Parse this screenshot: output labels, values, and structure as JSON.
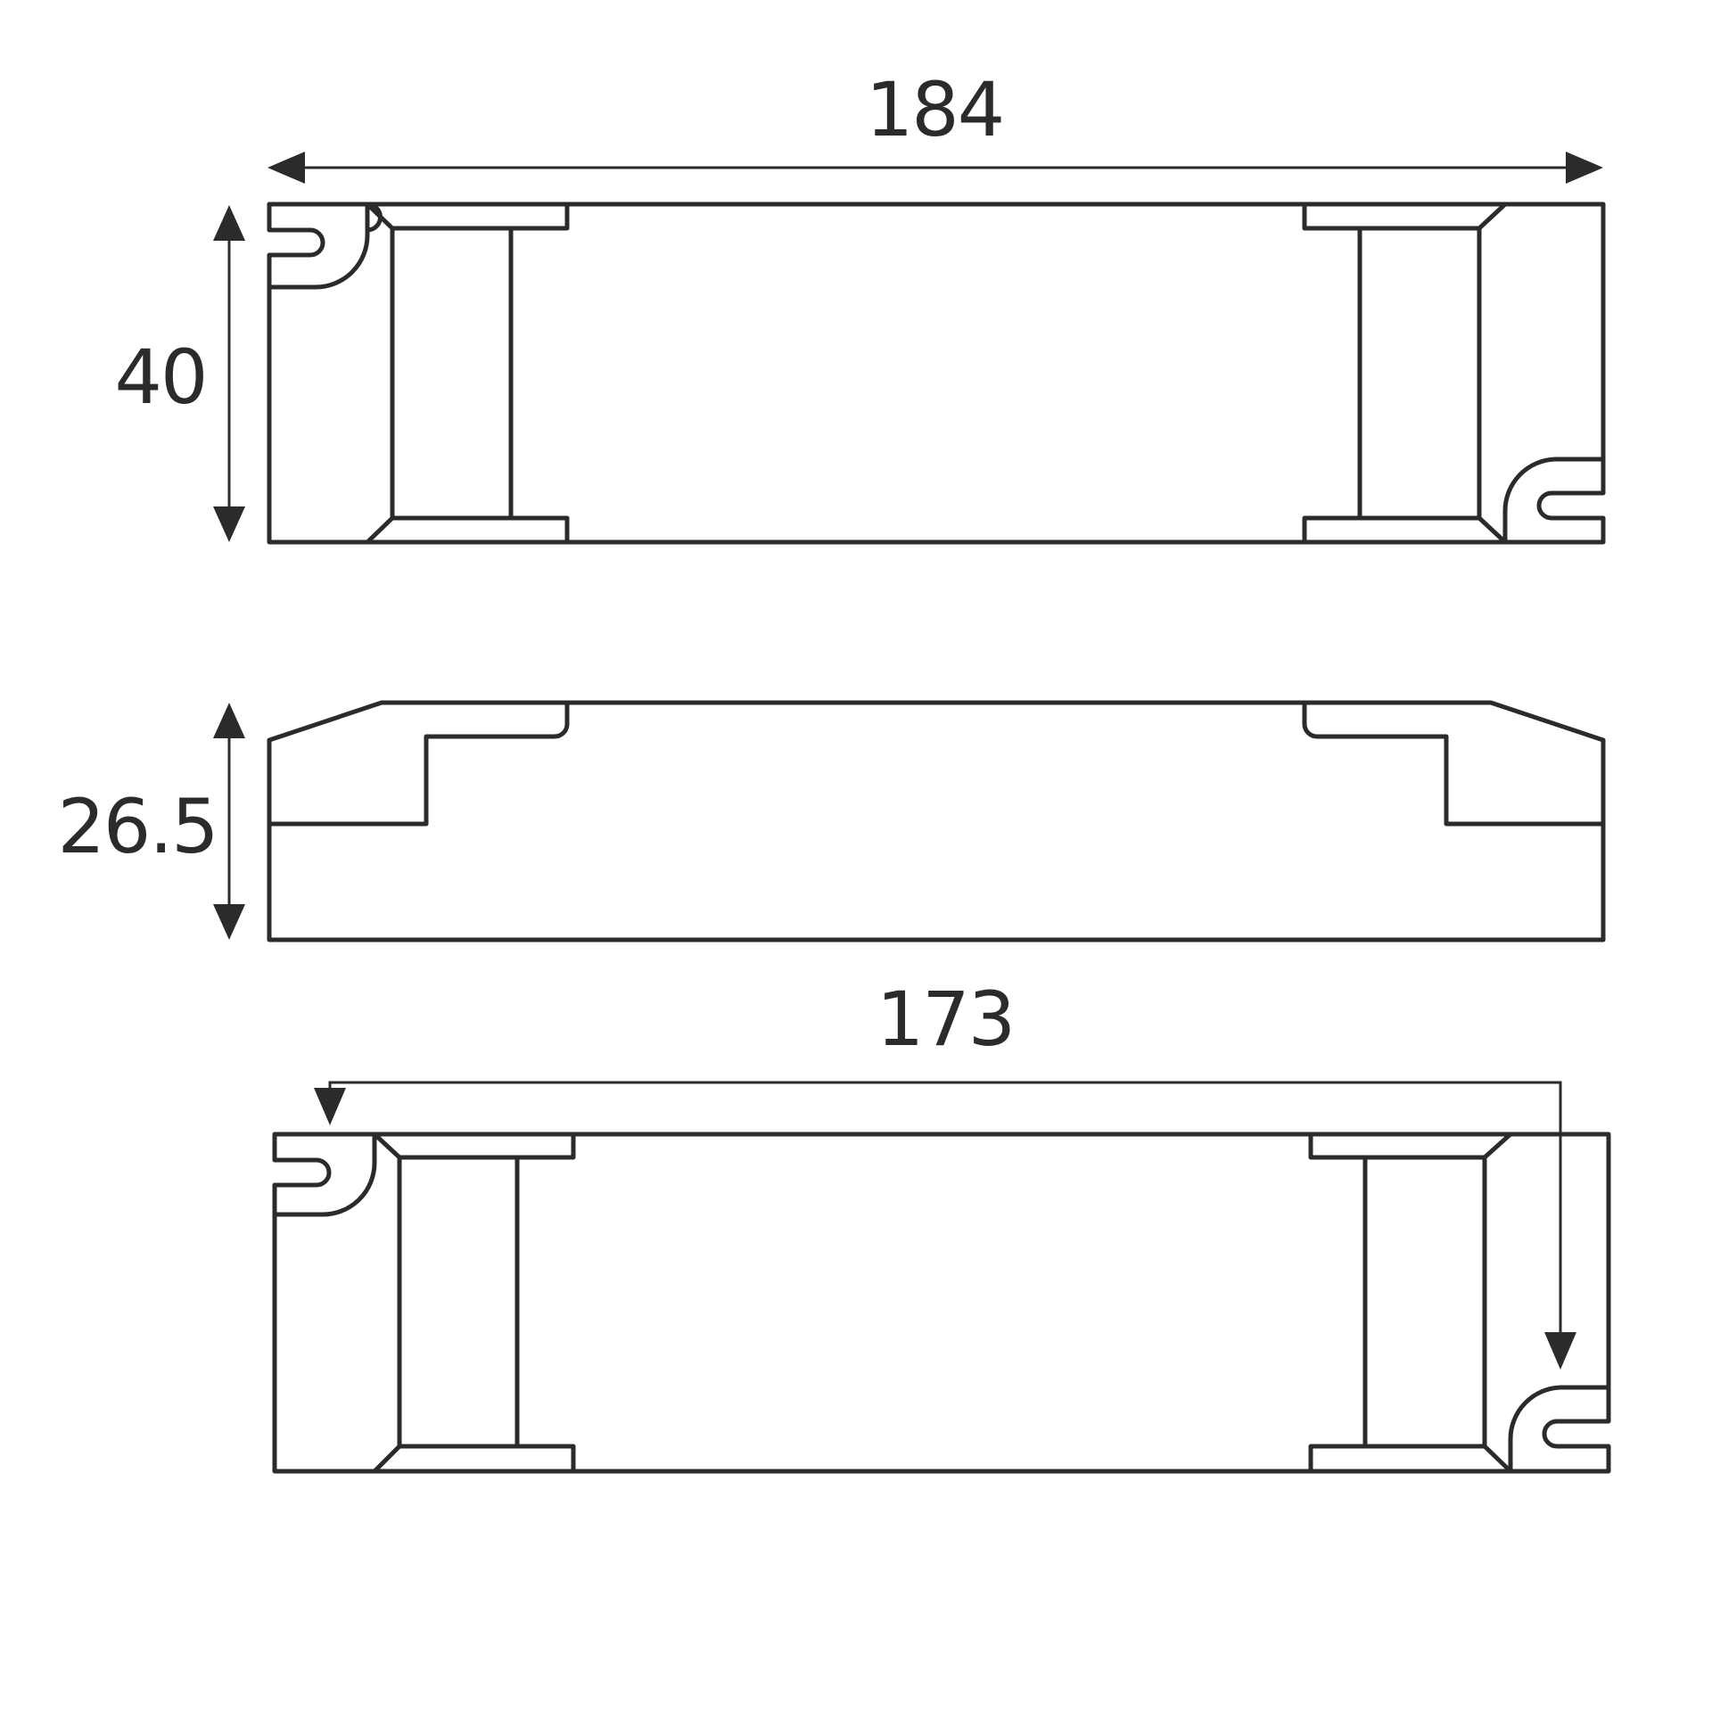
{
  "drawing": {
    "stroke_color": "#2b2b2b",
    "background": "#ffffff",
    "views": [
      "top-view",
      "side-view",
      "mounting-view"
    ]
  },
  "dimensions": {
    "length": "184",
    "width": "40",
    "height": "26.5",
    "mounting_distance": "173"
  }
}
